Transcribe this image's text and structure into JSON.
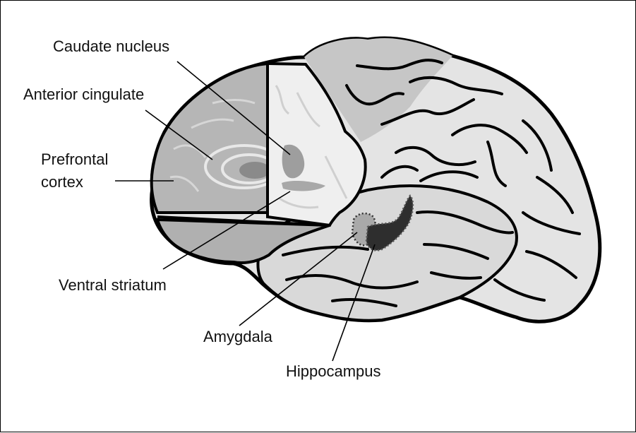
{
  "labels": {
    "caudate_nucleus": "Caudate nucleus",
    "anterior_cingulate": "Anterior cingulate",
    "prefrontal_line1": "Prefrontal",
    "prefrontal_line2": "cortex",
    "ventral_striatum": "Ventral striatum",
    "amygdala": "Amygdala",
    "hippocampus": "Hippocampus"
  },
  "colors": {
    "outline": "#000000",
    "brain_fill": "#e4e4e4",
    "upper_cortex": "#c6c6c6",
    "temporal_fill": "#d9d9d9",
    "medial_cutaway": "#b6b6b6",
    "coronal_slice": "#efefef",
    "amygdala_fill": "#a9a9a9",
    "hippocampus_fill": "#2e2e2e"
  }
}
